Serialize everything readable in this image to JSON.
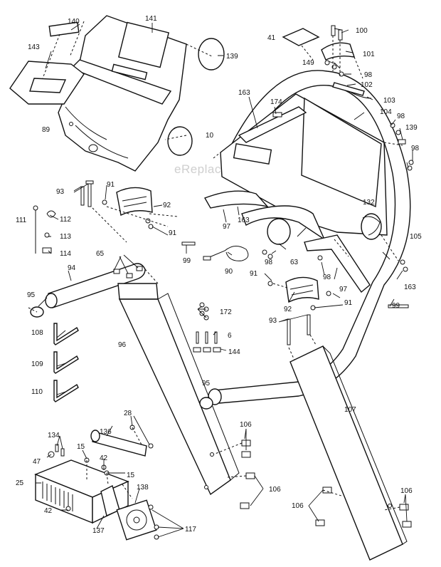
{
  "watermark": "eReplacementParts.com",
  "labels": {
    "p140": "140",
    "p141": "141",
    "p143": "143",
    "p139a": "139",
    "p89": "89",
    "p10": "10",
    "p41": "41",
    "p100": "100",
    "p101": "101",
    "p149": "149",
    "p98a": "98",
    "p102": "102",
    "p103": "103",
    "p163a": "163",
    "p174": "174",
    "p104": "104",
    "p98b": "98",
    "p139b": "139",
    "p98c": "98",
    "p93a": "93",
    "p91a": "91",
    "p92a": "92",
    "p97a": "97",
    "p163b": "163",
    "p132": "132",
    "p105": "105",
    "p111": "111",
    "p112": "112",
    "p113": "113",
    "p114": "114",
    "p91b": "91",
    "p99a": "99",
    "p65": "65",
    "p90": "90",
    "p98d": "98",
    "p63": "63",
    "p98e": "98",
    "p97b": "97",
    "p163c": "163",
    "p94": "94",
    "p91c": "91",
    "p95a": "95",
    "p92b": "92",
    "p91d": "91",
    "p99b": "99",
    "p172": "172",
    "p108": "108",
    "p93b": "93",
    "p96": "96",
    "p6": "6",
    "p144": "144",
    "p109": "109",
    "p110": "110",
    "p95b": "95",
    "p107": "107",
    "p28": "28",
    "p134": "134",
    "p136": "136",
    "p106a": "106",
    "p15a": "15",
    "p47": "47",
    "p42a": "42",
    "p25": "25",
    "p15b": "15",
    "p138": "138",
    "p106b": "106",
    "p42b": "42",
    "p137": "137",
    "p117": "117",
    "p106c": "106",
    "p106d": "106"
  }
}
